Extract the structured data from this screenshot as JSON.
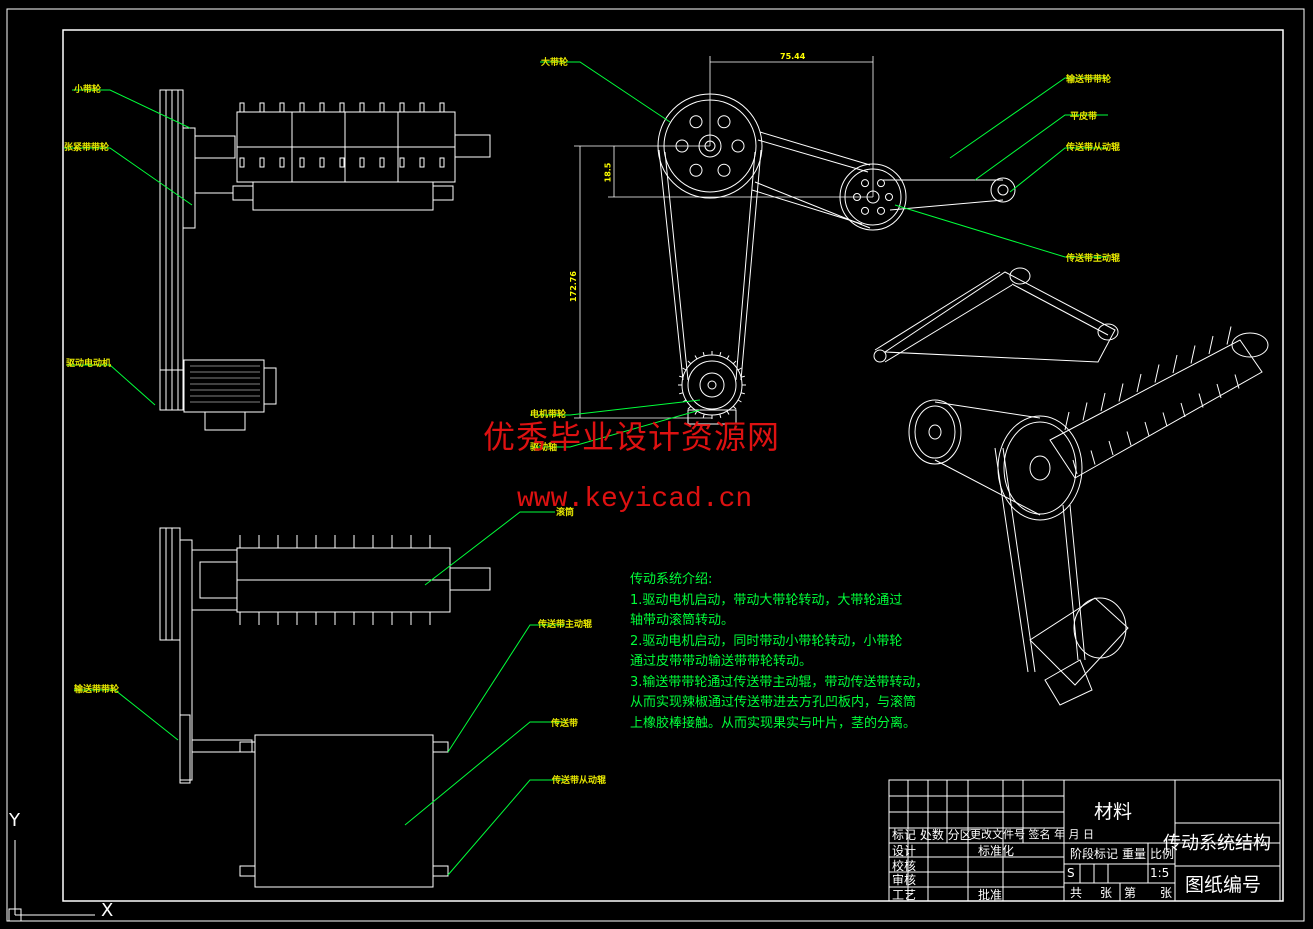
{
  "labels": {
    "small_pulley": "小带轮",
    "belt_tension": "张紧带带轮",
    "motor": "驱动电动机",
    "big_pulley": "大带轮",
    "conveyor_pulley": "输送带带轮",
    "flat_belt": "平皮带",
    "conveyor_driven": "传送带从动辊",
    "conveyor_driving": "传送带主动辊",
    "motor_pulley_1": "电机带轮",
    "motor_pulley_2": "驱动轴",
    "drum": "滚筒",
    "conveyor_drive_roller": "传送带主动辊",
    "conveyor_pulley_2": "输送带带轮",
    "conveyor": "传送带",
    "conveyor_driven_roller": "传送带从动辊"
  },
  "dimensions": {
    "horizontal": "75.44",
    "vertical_small": "18.5",
    "vertical_large": "172.76"
  },
  "watermark": {
    "line1": "优秀毕业设计资源网",
    "line2": "www.keyicad.cn"
  },
  "intro": {
    "title": "传动系统介绍:",
    "lines": [
      "1.驱动电机启动，带动大带轮转动，大带轮通过",
      "轴带动滚筒转动。",
      "2.驱动电机启动，同时带动小带轮转动，小带轮",
      "通过皮带带动输送带带轮转动。",
      "3.输送带带轮通过传送带主动辊，带动传送带转动，",
      "从而实现辣椒通过传送带进去方孔凹板内，与滚筒",
      "上橡胶棒接触。从而实现果实与叶片，茎的分离。"
    ]
  },
  "title_block": {
    "material": "材料",
    "title": "传动系统结构",
    "drawing_no": "图纸编号",
    "row_mark": "标记 处数 分区",
    "row_mark2": "更改文件号 签名 年 月 日",
    "design": "设计",
    "standard": "标准化",
    "stage": "阶段标记",
    "weight": "重量",
    "scale_label": "比例",
    "check": "校核",
    "review": "审核",
    "process": "工艺",
    "approve": "批准",
    "s": "S",
    "scale": "1:5",
    "total": "共",
    "sheet": "张",
    "sheet_of": "第",
    "sheet2": "张"
  },
  "axes": {
    "y": "Y",
    "x": "X"
  },
  "colors": {
    "line": "#ffffff",
    "leader": "#00ff3a",
    "label": "#e6e600",
    "dim": "#ffff00",
    "watermark": "#dd1111"
  }
}
